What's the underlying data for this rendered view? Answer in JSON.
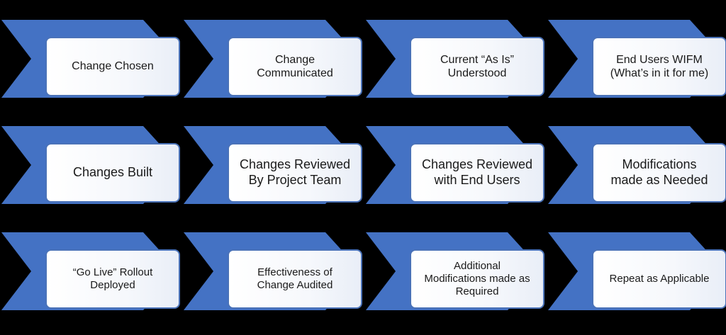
{
  "colors": {
    "background": "#000000",
    "chevron": "#4472c4",
    "box_border": "#4a72b8",
    "text": "#1a1a1a"
  },
  "rows": [
    {
      "steps": [
        {
          "label": "Change Chosen",
          "size": "md"
        },
        {
          "label": "Change\nCommunicated",
          "size": "md"
        },
        {
          "label": "Current “As Is”\nUnderstood",
          "size": "md"
        },
        {
          "label": "End Users WIFM\n(What’s in it for me)",
          "size": "md"
        }
      ]
    },
    {
      "steps": [
        {
          "label": "Changes Built",
          "size": "lg"
        },
        {
          "label": "Changes Reviewed\nBy Project Team",
          "size": "lg"
        },
        {
          "label": "Changes Reviewed\nwith End Users",
          "size": "lg"
        },
        {
          "label": "Modifications\nmade as Needed",
          "size": "lg"
        }
      ]
    },
    {
      "steps": [
        {
          "label": "“Go Live” Rollout\nDeployed",
          "size": "sm"
        },
        {
          "label": "Effectiveness of\nChange Audited",
          "size": "sm"
        },
        {
          "label": "Additional\nModifications made as\nRequired",
          "size": "sm"
        },
        {
          "label": "Repeat as Applicable",
          "size": "sm"
        }
      ]
    }
  ]
}
